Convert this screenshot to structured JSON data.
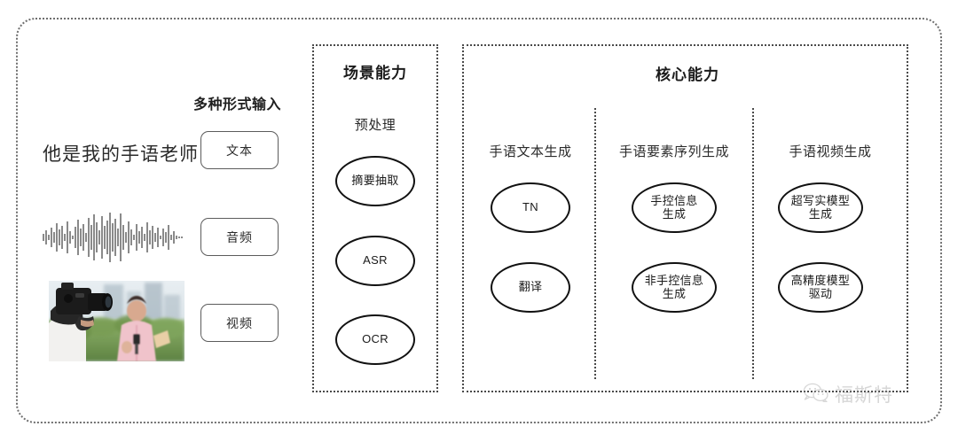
{
  "diagram": {
    "input_section": {
      "heading": "多种形式输入",
      "sample_sentence": "他是我的手语老师",
      "modalities": [
        {
          "label": "文本",
          "media": "text"
        },
        {
          "label": "音频",
          "media": "audio-waveform"
        },
        {
          "label": "视频",
          "media": "video-thumbnail"
        }
      ]
    },
    "scene_panel": {
      "title": "场景能力",
      "subtitle": "预处理",
      "nodes": [
        {
          "line1": "摘要抽取",
          "line2": ""
        },
        {
          "line1": "ASR",
          "line2": ""
        },
        {
          "line1": "OCR",
          "line2": ""
        }
      ]
    },
    "core_panel": {
      "title": "核心能力",
      "columns": [
        {
          "title": "手语文本生成",
          "nodes": [
            {
              "line1": "TN",
              "line2": ""
            },
            {
              "line1": "翻译",
              "line2": ""
            }
          ]
        },
        {
          "title": "手语要素序列生成",
          "nodes": [
            {
              "line1": "手控信息",
              "line2": "生成"
            },
            {
              "line1": "非手控信息",
              "line2": "生成"
            }
          ]
        },
        {
          "title": "手语视频生成",
          "nodes": [
            {
              "line1": "超写实模型",
              "line2": "生成"
            },
            {
              "line1": "高精度模型",
              "line2": "驱动"
            }
          ]
        }
      ]
    },
    "watermark": {
      "text": "福斯特",
      "icon": "wechat-bubbles-icon"
    },
    "colors": {
      "frame": "#6f6f6f",
      "panel_border": "#4a4a4a",
      "node_stroke": "#111111",
      "text": "#232323",
      "watermark": "#9b9b9b"
    }
  }
}
